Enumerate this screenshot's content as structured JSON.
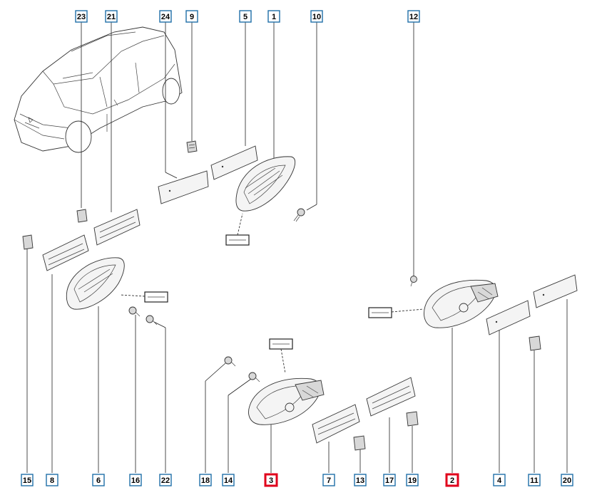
{
  "callouts": [
    {
      "n": "23",
      "highlight": false
    },
    {
      "n": "21",
      "highlight": false
    },
    {
      "n": "24",
      "highlight": false
    },
    {
      "n": "9",
      "highlight": false
    },
    {
      "n": "5",
      "highlight": false
    },
    {
      "n": "1",
      "highlight": false
    },
    {
      "n": "10",
      "highlight": false
    },
    {
      "n": "12",
      "highlight": false
    },
    {
      "n": "15",
      "highlight": false
    },
    {
      "n": "8",
      "highlight": false
    },
    {
      "n": "6",
      "highlight": false
    },
    {
      "n": "16",
      "highlight": false
    },
    {
      "n": "22",
      "highlight": false
    },
    {
      "n": "18",
      "highlight": false
    },
    {
      "n": "14",
      "highlight": false
    },
    {
      "n": "3",
      "highlight": true
    },
    {
      "n": "7",
      "highlight": false
    },
    {
      "n": "13",
      "highlight": false
    },
    {
      "n": "17",
      "highlight": false
    },
    {
      "n": "19",
      "highlight": false
    },
    {
      "n": "2",
      "highlight": true
    },
    {
      "n": "4",
      "highlight": false
    },
    {
      "n": "11",
      "highlight": false
    },
    {
      "n": "20",
      "highlight": false
    }
  ],
  "colors": {
    "callout_border": "#1f6fa8",
    "highlight_border": "#e0001b",
    "line": "#222222"
  },
  "icons": [
    "car-illustration",
    "door-handle",
    "seal-strip",
    "screw",
    "clip"
  ]
}
